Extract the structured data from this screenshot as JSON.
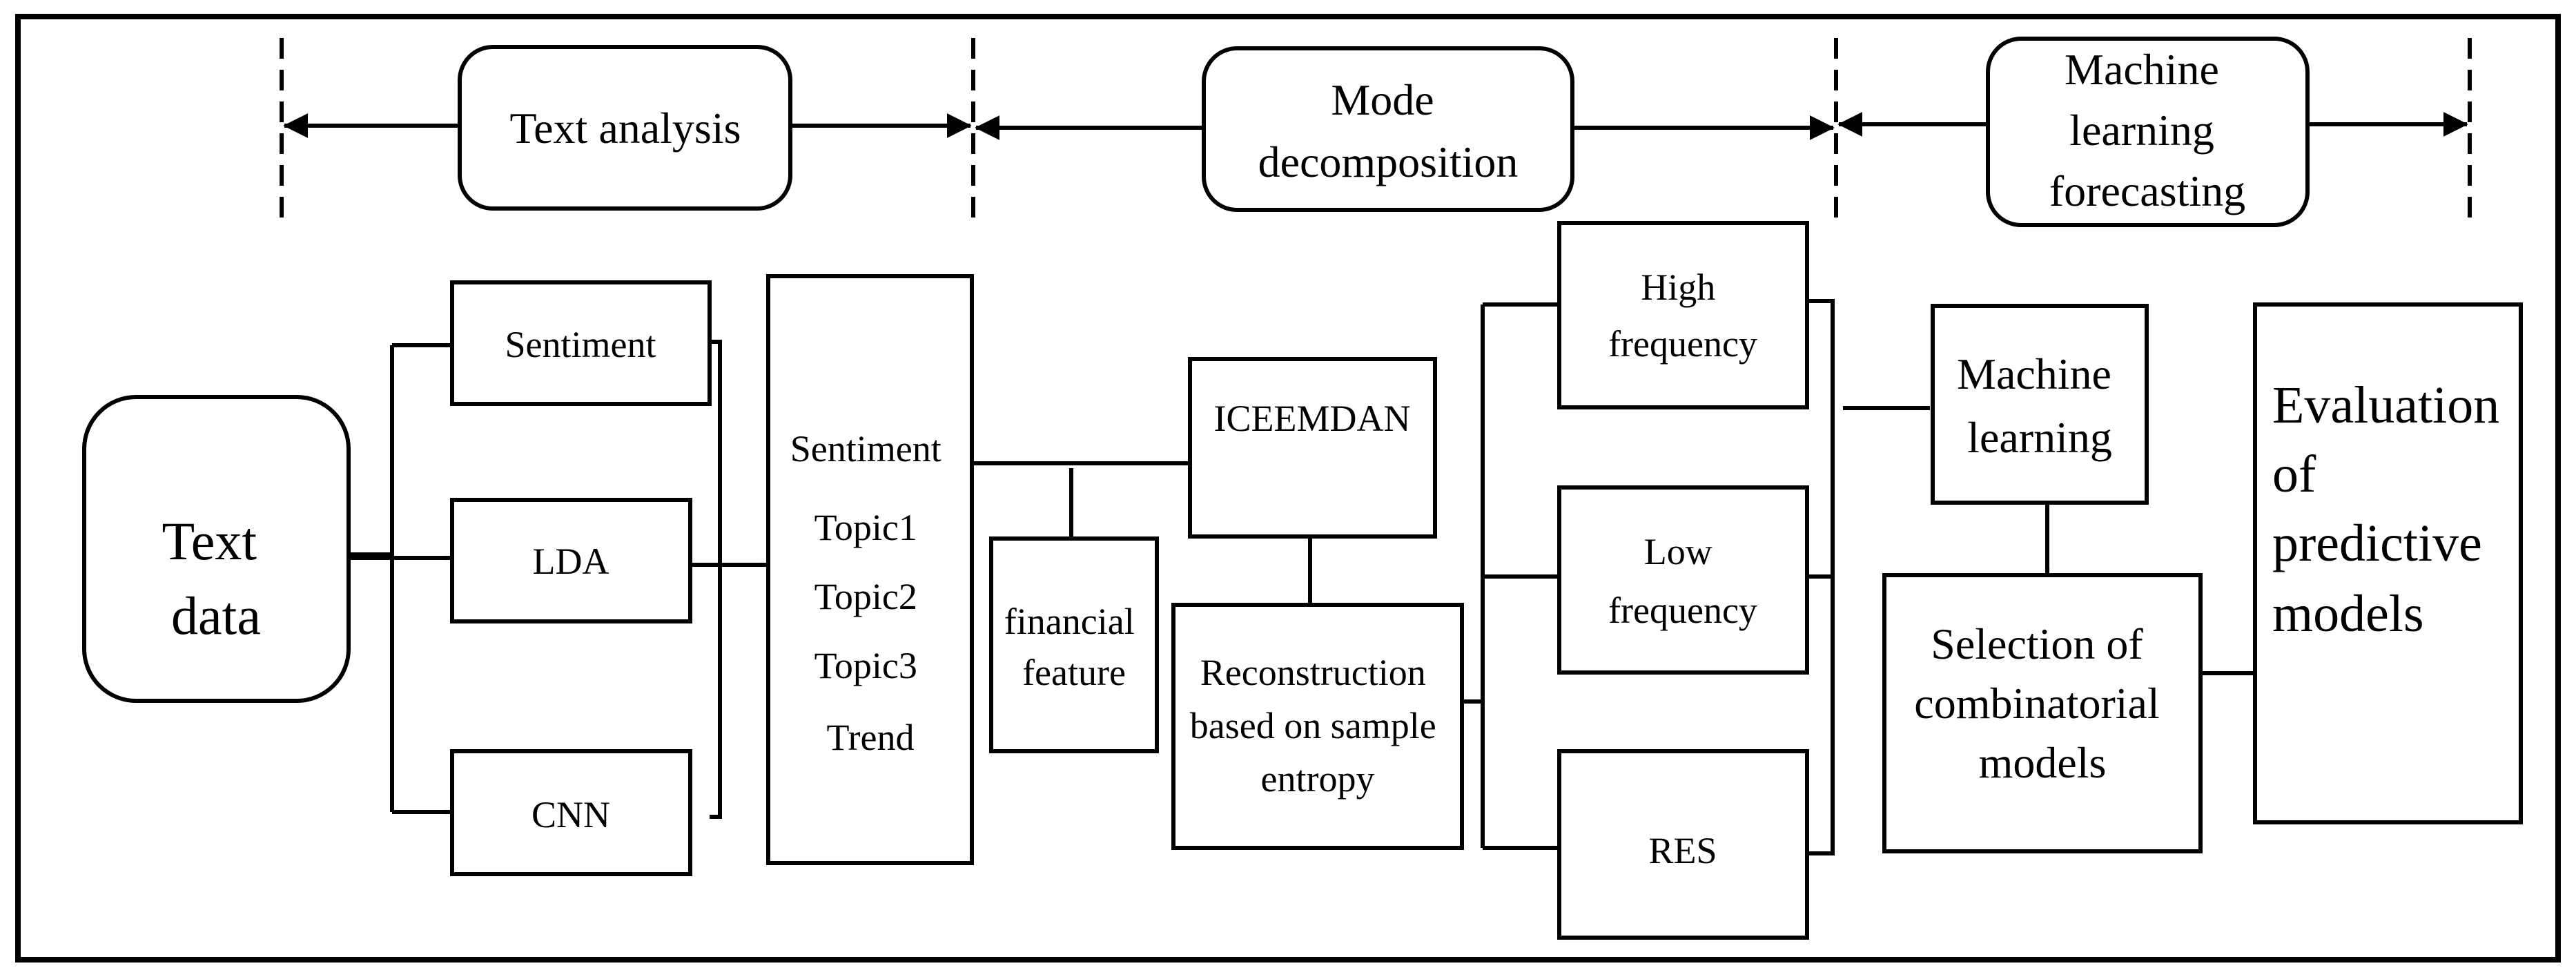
{
  "phases": [
    {
      "id": "text-analysis",
      "lines": [
        "Text analysis"
      ]
    },
    {
      "id": "mode-decomposition",
      "lines": [
        "Mode",
        "decomposition"
      ]
    },
    {
      "id": "ml-forecasting",
      "lines": [
        "Machine",
        "learning",
        "forecasting"
      ]
    }
  ],
  "nodes": {
    "text_data": [
      "Text",
      "data"
    ],
    "sentiment": [
      "Sentiment"
    ],
    "lda": [
      "LDA"
    ],
    "cnn": [
      "CNN"
    ],
    "features": [
      "Sentiment",
      "Topic1",
      "Topic2",
      "Topic3",
      "Trend"
    ],
    "financial_feature": [
      "financial",
      "feature"
    ],
    "iceemdan": [
      "ICEEMDAN"
    ],
    "reconstruction": [
      "Reconstruction",
      "based on sample",
      "entropy"
    ],
    "high_frequency": [
      "High",
      "frequency"
    ],
    "low_frequency": [
      "Low",
      "frequency"
    ],
    "res": [
      "RES"
    ],
    "machine_learning": [
      "Machine",
      "learning"
    ],
    "selection": [
      "Selection of",
      "combinatorial",
      "models"
    ],
    "evaluation": [
      "Evaluation",
      "of",
      "predictive",
      "models"
    ]
  }
}
